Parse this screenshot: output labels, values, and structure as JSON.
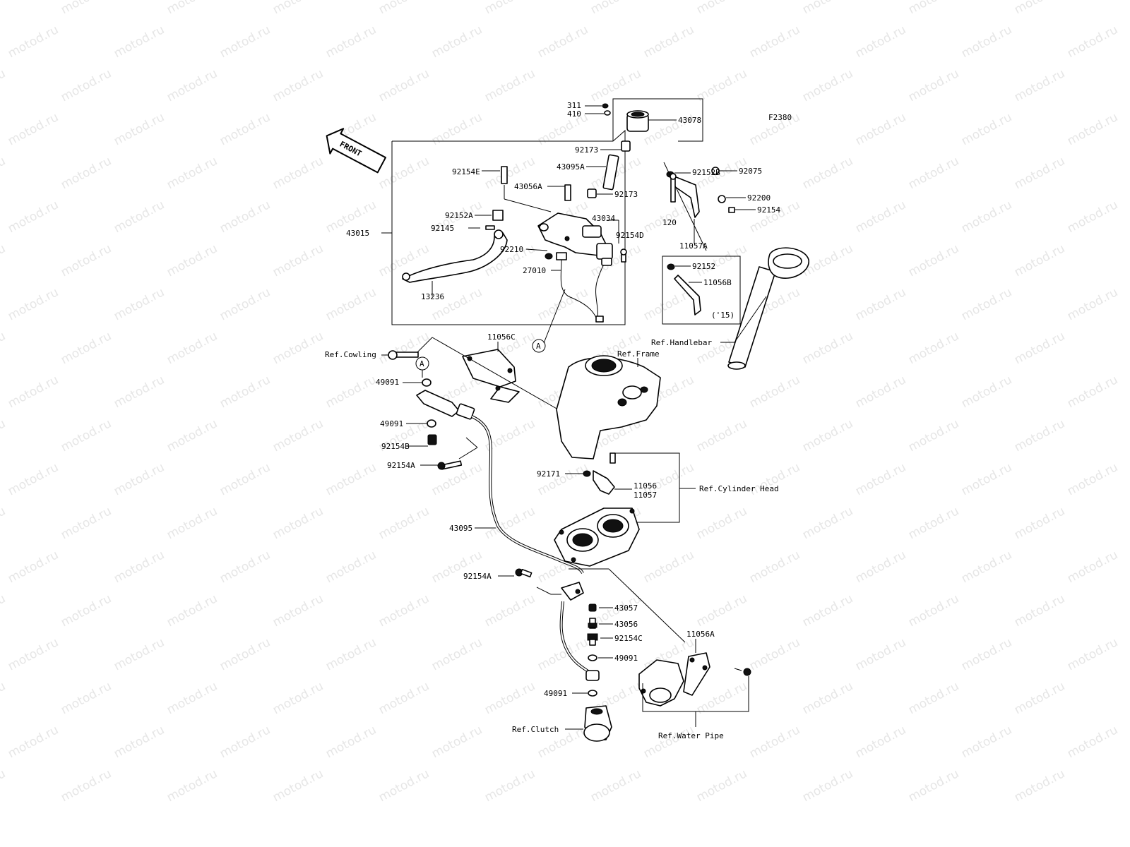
{
  "watermark": "motod.ru",
  "diagram_code": "F2380",
  "front_label": "FRONT",
  "year_note": "('15)",
  "circle_ref": "A",
  "parts": {
    "p311": "311",
    "p410": "410",
    "p43078": "43078",
    "p92173a": "92173",
    "p92152b": "92152B",
    "p43095a": "43095A",
    "p92154e": "92154E",
    "p43056a": "43056A",
    "p92173b": "92173",
    "p92075": "92075",
    "p92200": "92200",
    "p92154": "92154",
    "p120": "120",
    "p92152a": "92152A",
    "p43034": "43034",
    "p43015": "43015",
    "p92145": "92145",
    "p92154d": "92154D",
    "p11057a": "11057A",
    "p92210": "92210",
    "p92152": "92152",
    "p11056b": "11056B",
    "p27010": "27010",
    "p13236": "13236",
    "p11056c": "11056C",
    "p49091a": "49091",
    "p49091b": "49091",
    "p92154b": "92154B",
    "p92154a1": "92154A",
    "p92171": "92171",
    "p11056": "11056",
    "p11057": "11057",
    "p43095": "43095",
    "p92154a2": "92154A",
    "p43057": "43057",
    "p43056": "43056",
    "p92154c": "92154C",
    "p49091c": "49091",
    "p49091d": "49091",
    "p11056a": "11056A"
  },
  "refs": {
    "cowling": "Ref.Cowling",
    "frame": "Ref.Frame",
    "handlebar": "Ref.Handlebar",
    "cylinder_head": "Ref.Cylinder Head",
    "clutch": "Ref.Clutch",
    "water_pipe": "Ref.Water Pipe"
  }
}
